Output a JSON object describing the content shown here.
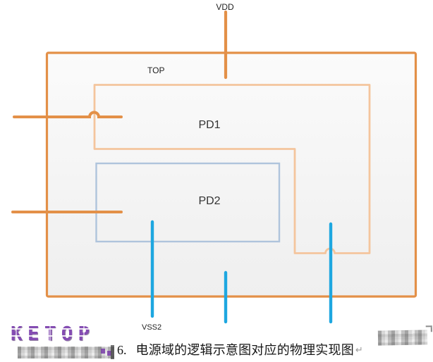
{
  "diagram": {
    "labels": {
      "vdd": "VDD",
      "top": "TOP",
      "pd1": "PD1",
      "pd2": "PD2",
      "vss2": "VSS2"
    }
  },
  "caption": {
    "number": "6.",
    "text": "电源域的逻辑示意图对应的物理实现图",
    "return_mark": "↵"
  },
  "watermarks": {
    "logo_text": "KETOP"
  },
  "colors": {
    "orange": "#E39048",
    "orange_light": "#F4C59D",
    "blue": "#AFC4DC",
    "cyan": "#1EA7E0",
    "purple": "#7434A8"
  }
}
